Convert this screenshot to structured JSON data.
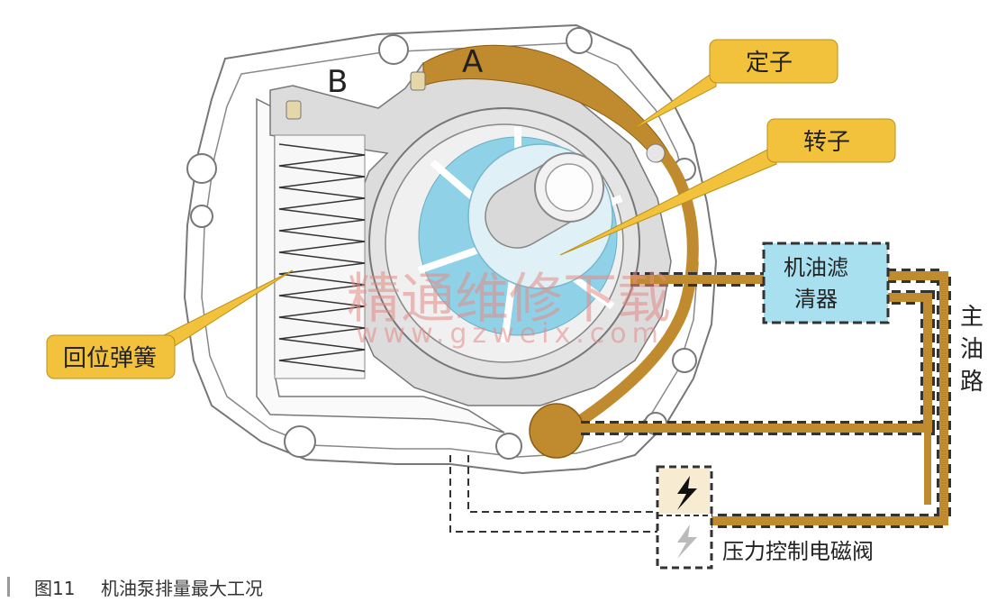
{
  "labels": {
    "chamber_a": "A",
    "chamber_b": "B",
    "stator": "定子",
    "rotor": "转子",
    "return_spring": "回位弹簧",
    "oil_filter_line1": "机油滤",
    "oil_filter_line2": "清器",
    "main_oil_line": [
      "主",
      "油",
      "路"
    ],
    "pressure_valve": "压力控制电磁阀"
  },
  "watermark": {
    "text": "精通维修下载",
    "url": "www.gzweix.com"
  },
  "caption": {
    "figure_number": "图11",
    "title": "机油泵排量最大工况"
  },
  "icons": {
    "valve_top": "lightning-bolt-icon",
    "valve_bottom": "lightning-bolt-icon"
  },
  "colors": {
    "oil": "#c08a2e",
    "callout": "#f3c23c",
    "filter": "#a8e0ef",
    "rotor": "#8fd2e8",
    "housing_stroke": "#777777",
    "watermark": "#e58c87"
  }
}
